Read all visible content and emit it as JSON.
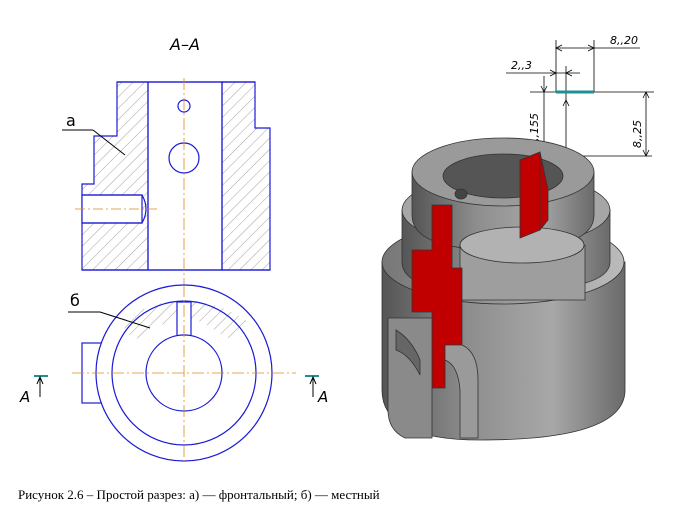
{
  "drawing": {
    "section_title": "A–A",
    "callout_a": "а",
    "callout_b": "б",
    "cut_label_left": "A",
    "cut_label_right": "A",
    "dims": {
      "top_width": "8,,20",
      "small_width": "2,,3",
      "vertical_small": "S,,155",
      "vertical_right": "8,,25"
    }
  },
  "caption": "Рисунок 2.6 – Простой разрез: а) — фронтальный; б) — местный",
  "colors": {
    "outline": "#1a1ad6",
    "hatch": "#999999",
    "axis": "#e08a1e",
    "cut_marker": "#1f8f8f",
    "section_fill": "#c00000",
    "body": "#8c8c8c"
  }
}
